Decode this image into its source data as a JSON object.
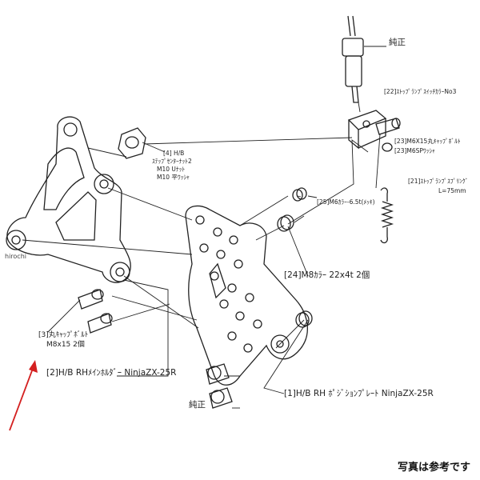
{
  "watermark": "hirochi",
  "labels": {
    "genuine_top": "純正",
    "c22": "[22]ｽﾄｯﾌﾟﾗﾝﾌﾟｽｲｯﾁｶﾗｰNo3",
    "c23a": "[23]M6X15丸ｷｬｯﾌﾟﾎﾞﾙﾄ",
    "c23b": "[23]M6SPﾜｯｼｬ",
    "c4_l1": "[4] H/B",
    "c4_l2": "ｽﾃｯﾌﾟｾﾝﾀｰﾅｯﾄ2",
    "c4_l3": "M10 Uﾅｯﾄ",
    "c4_l4": "M10 平ﾜｯｼｬ",
    "c21_l1": "[21]ｽﾄｯﾌﾟﾗﾝﾌﾟｽﾌﾟﾘﾝｸﾞ",
    "c21_l2": "L=75mm",
    "c25": "[25]M6ｶﾗｰ-6.5t(ﾒｯｷ)",
    "c24": "[24]M8ｶﾗｰ 22x4t 2個",
    "c3_l1": "[3]丸ｷｬｯﾌﾟﾎﾞﾙﾄ",
    "c3_l2": "M8x15 2個",
    "c2": "[2]H/B RHﾒｲﾝﾎﾙﾀﾞｰ NinjaZX-25R",
    "c1": "[1]H/B RH ﾎﾟｼﾞｼｮﾝﾌﾟﾚｰﾄ NinjaZX-25R",
    "genuine_bottom": "純正"
  },
  "note": "写真は参考です",
  "colors": {
    "line": "#222222",
    "arrow": "#d42020",
    "background": "#ffffff"
  }
}
